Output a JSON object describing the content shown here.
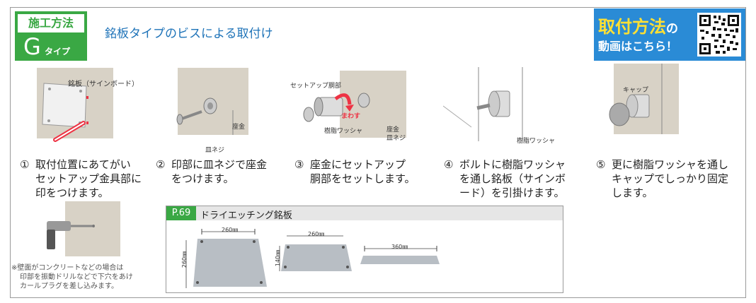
{
  "badge": {
    "method": "施工方法",
    "letter": "G",
    "type": "タイプ"
  },
  "heading": "銘板タイプのビスによる取付け",
  "video_banner": {
    "line1": "取付方法",
    "line1_suffix": "の",
    "line2": "動画はこちら！",
    "qr_icon": "qr-code-icon"
  },
  "figures": {
    "f1_label": "銘板（サインボード）",
    "f2_label_zagane": "座金",
    "f2_label_screw": "皿ネジ",
    "f3_label_setup": "セットアップ胴部",
    "f3_label_mawasu": "まわす",
    "f3_label_washer": "樹脂ワッシャ",
    "f3_label_zagane": "座金",
    "f3_label_screw": "皿ネジ",
    "f4_label_washer": "樹脂ワッシャ",
    "f5_label_cap": "キャップ"
  },
  "steps": [
    {
      "num": "①",
      "lines": [
        "取付位置にあてがい",
        "セットアップ金具部に",
        "印をつけます。"
      ]
    },
    {
      "num": "②",
      "lines": [
        "印部に皿ネジで座金",
        "をつけます。"
      ]
    },
    {
      "num": "③",
      "lines": [
        "座金にセットアップ",
        "胴部をセットします。"
      ]
    },
    {
      "num": "④",
      "lines": [
        "ボルトに樹脂ワッシャ",
        "を通し銘板（サインボ",
        "ード）を引掛けます。"
      ]
    },
    {
      "num": "⑤",
      "lines": [
        "更に樹脂ワッシャを通し",
        "キャップでしっかり固定",
        "します。"
      ]
    }
  ],
  "note": [
    "※壁面がコンクリートなどの場合は",
    "印部を振動ドリルなどで下穴をあけ",
    "カールプラグを差し込みます。"
  ],
  "p69": {
    "tag": "P.69",
    "title": "ドライエッチング銘板",
    "plates": [
      {
        "width": "260㎜",
        "height": "260㎜"
      },
      {
        "width": "260㎜",
        "height": "140㎜"
      },
      {
        "width": "360㎜"
      }
    ]
  }
}
